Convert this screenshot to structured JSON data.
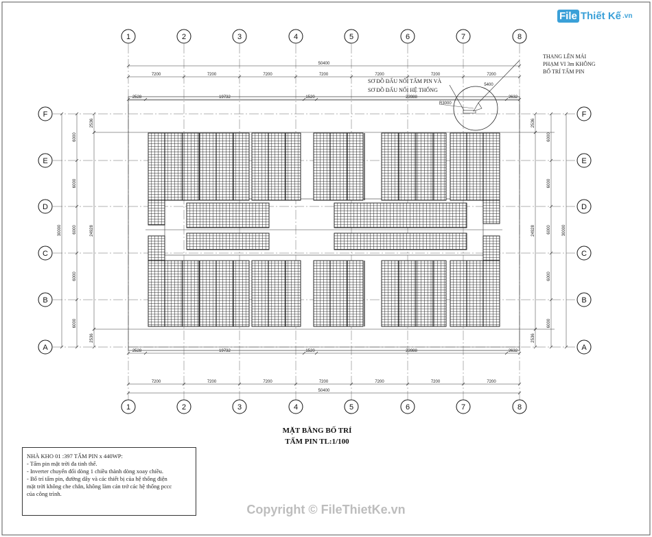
{
  "logo": {
    "prefix": "File",
    "name": "Thiết Kế",
    "suffix": ".vn"
  },
  "grid": {
    "columns": [
      "1",
      "2",
      "3",
      "4",
      "5",
      "6",
      "7",
      "8"
    ],
    "rows": [
      "F",
      "E",
      "D",
      "C",
      "B",
      "A"
    ]
  },
  "dimensions": {
    "overall": "50400",
    "bays": [
      "7200",
      "7200",
      "7200",
      "7200",
      "7200",
      "7200",
      "7200"
    ],
    "sub": [
      "2528",
      "19732",
      "1520",
      "23988",
      "2632"
    ],
    "top_right_extra": "5400",
    "left_rows": [
      "6000",
      "6000",
      "6000",
      "6000",
      "6000"
    ],
    "total_height": "30000",
    "inner_height": "24928",
    "edge": "2536",
    "radius": "R3000"
  },
  "annotations": {
    "ladder": [
      "THANG LÊN MÁI",
      "PHẠM VI 3m KHÔNG",
      "BỐ TRÍ TẤM PIN"
    ],
    "diagram_ref": [
      "SƠ ĐỒ ĐẤU NỐI TẤM PIN VÀ",
      "SƠ ĐỒ ĐẤU NỐI HỆ THỐNG"
    ]
  },
  "title": {
    "line1": "MẶT BẰNG BỐ TRÍ",
    "line2": "TẤM  PIN TL:1/100"
  },
  "notes": [
    "NHÀ KHO 01 :397 TẤM PIN x 440WP:",
    "- Tấm pin mặt trời đa tinh thể.",
    "- Inverter chuyển đổi dòng 1 chiều thành dòng xoay chiều.",
    "- Bố trí tấm pin, đường dây và các thiết bị của hệ thống điện",
    "mặt trời không che chắn, không làm cản trở các hệ thống pccc",
    "của công trình."
  ],
  "watermark": "Copyright © FileThietKe.vn"
}
